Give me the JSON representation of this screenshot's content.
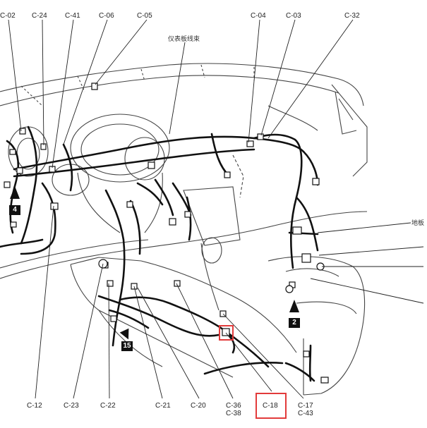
{
  "highlight_color": "#e23b3b",
  "labels": {
    "c02": "C-02",
    "c24": "C-24",
    "c41": "C-41",
    "c06": "C-06",
    "c05": "C-05",
    "c04": "C-04",
    "c03": "C-03",
    "c32": "C-32",
    "c12": "C-12",
    "c23": "C-23",
    "c22": "C-22",
    "c21": "C-21",
    "c20": "C-20",
    "c36": "C-36",
    "c38": "C-38",
    "c18": "C-18",
    "c17": "C-17",
    "c43": "C-43"
  },
  "harness_labels": {
    "instrument_panel_harness": "仪表板线束",
    "floor_harness": "地板"
  },
  "view_markers": {
    "m4": "4",
    "m15": "15",
    "m2": "2"
  }
}
